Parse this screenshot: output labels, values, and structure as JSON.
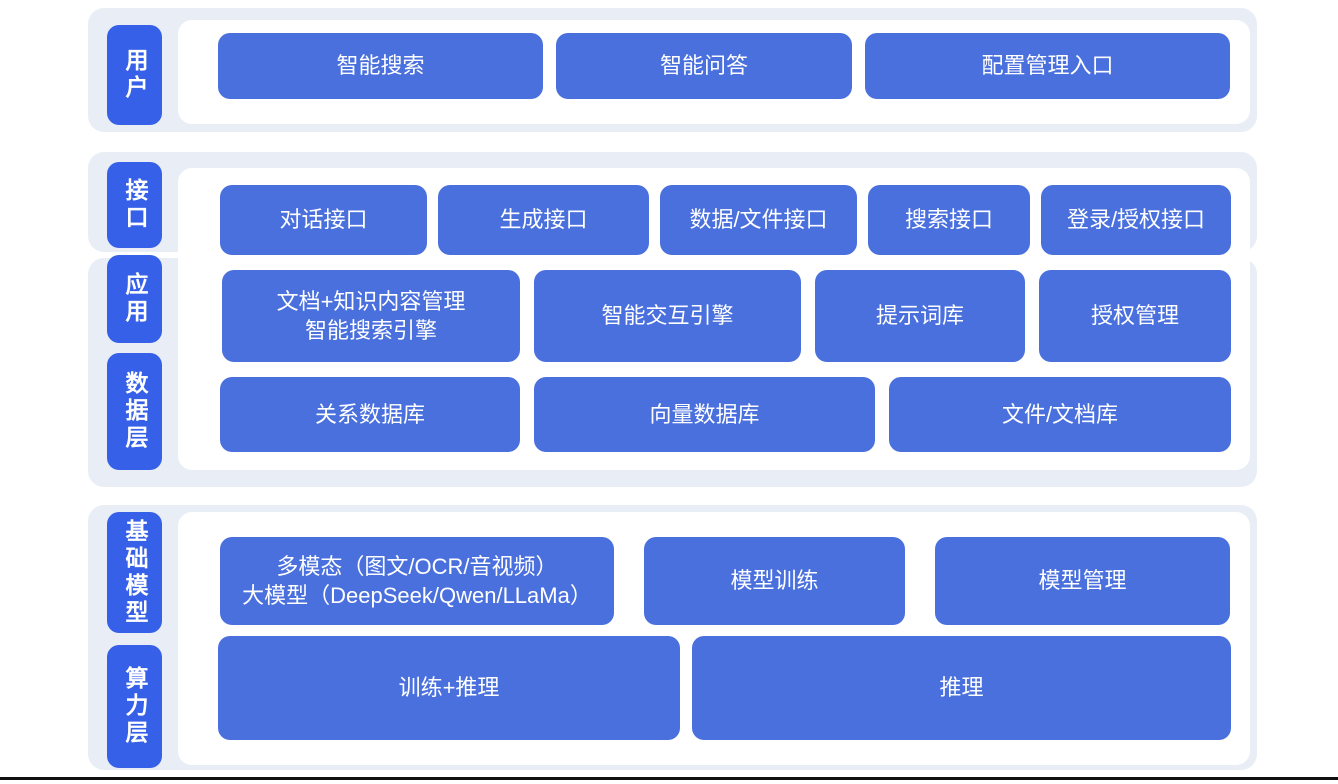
{
  "colors": {
    "band": "#e9eef6",
    "btn": "#4a70de",
    "label": "#3760e8",
    "line": "#101010"
  },
  "layers": {
    "user": {
      "label": "用户",
      "buttons": [
        "智能搜索",
        "智能问答",
        "配置管理入口"
      ]
    },
    "interface": {
      "label": "接口",
      "buttons": [
        "对话接口",
        "生成接口",
        "数据/文件接口",
        "搜索接口",
        "登录/授权接口"
      ]
    },
    "application": {
      "label": "应用",
      "buttons": [
        "文档+知识内容管理\n智能搜索引擎",
        "智能交互引擎",
        "提示词库",
        "授权管理"
      ]
    },
    "data": {
      "label": "数据层",
      "buttons": [
        "关系数据库",
        "向量数据库",
        "文件/文档库"
      ]
    },
    "foundation": {
      "label": "基础模型",
      "buttons": [
        "多模态（图文/OCR/音视频）\n大模型（DeepSeek/Qwen/LLaMa）",
        "模型训练",
        "模型管理"
      ]
    },
    "compute": {
      "label": "算力层",
      "buttons": [
        "训练+推理",
        "推理"
      ]
    }
  }
}
